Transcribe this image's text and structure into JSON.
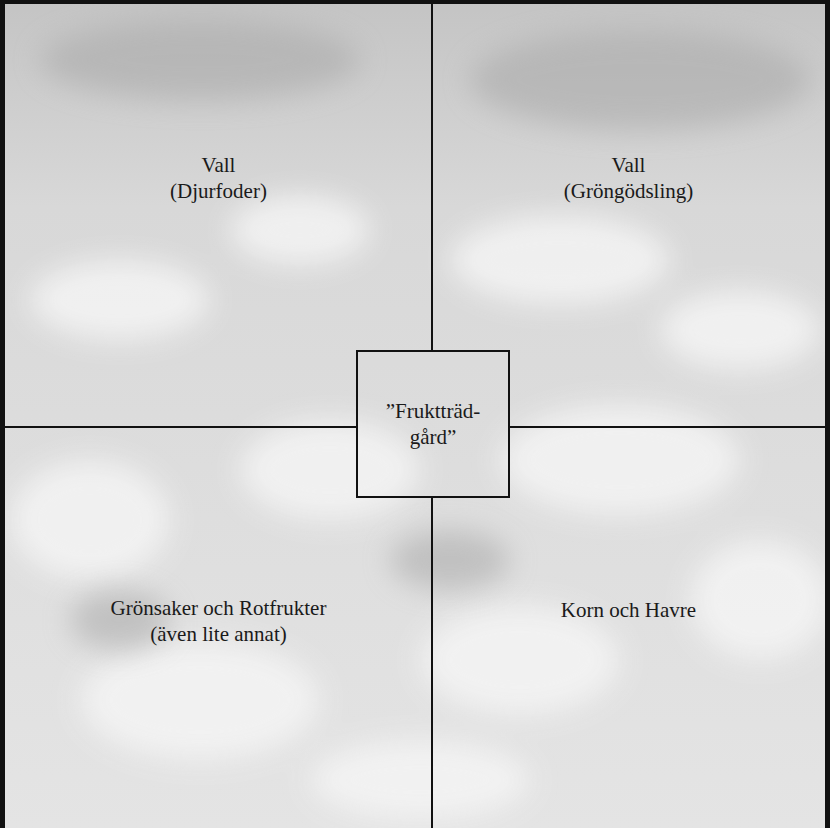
{
  "diagram": {
    "nodes": [
      {
        "text": [
          "Vall",
          "(Djurfoder)"
        ]
      },
      {
        "text": [
          "Vall",
          "(Gröngödsling)"
        ]
      },
      {
        "text": [
          "Grönsaker och Rotfrukter",
          "(även lite annat)"
        ]
      },
      {
        "text": [
          "Korn och Havre"
        ]
      },
      {
        "text": [
          "”Fruktträd- gård”"
        ]
      }
    ]
  }
}
